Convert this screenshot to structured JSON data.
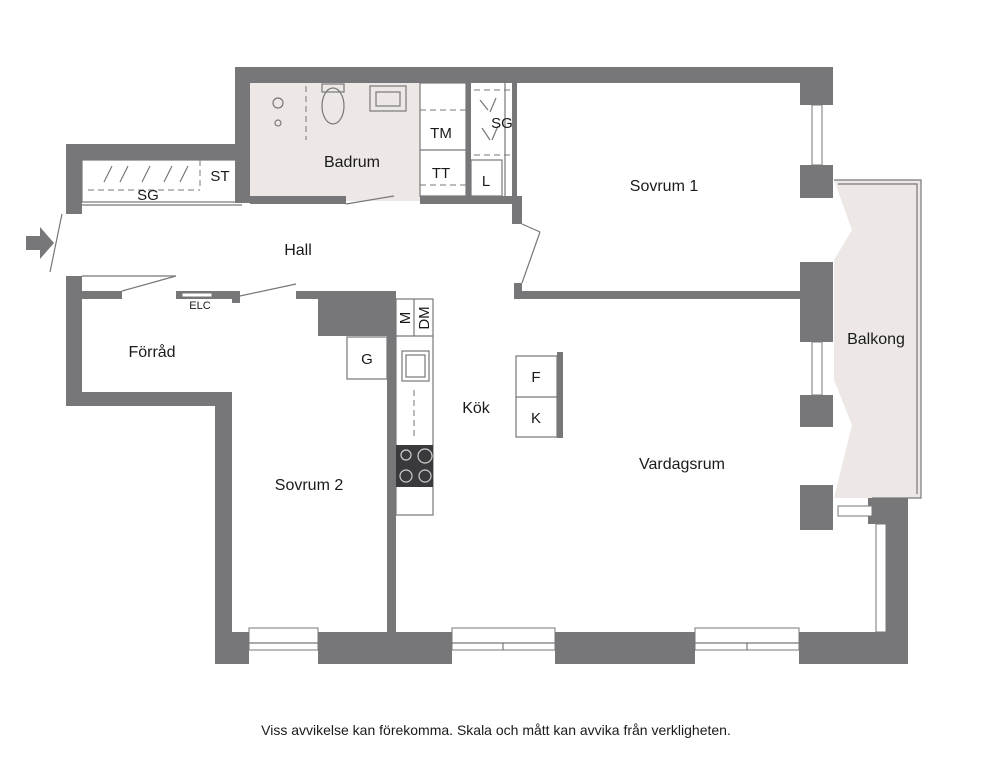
{
  "rooms": {
    "badrum": "Badrum",
    "hall": "Hall",
    "sovrum1": "Sovrum 1",
    "forrad": "Förråd",
    "sovrum2": "Sovrum 2",
    "kok": "Kök",
    "vardagsrum": "Vardagsrum",
    "balkong": "Balkong"
  },
  "fixtures": {
    "tm": "TM",
    "tt": "TT",
    "sg_hall": "SG",
    "st": "ST",
    "sg_sovrum": "SG",
    "l": "L",
    "elc": "ELC",
    "m": "M",
    "dm": "DM",
    "g": "G",
    "f": "F",
    "k": "K"
  },
  "disclaimer": "Viss avvikelse kan förekomma. Skala och mått kan avvika från verkligheten.",
  "colors": {
    "wall": "#77777a",
    "wet_room": "#ede8e6",
    "balcony": "#ede8e6",
    "entrance_arrow": "#77777a"
  }
}
